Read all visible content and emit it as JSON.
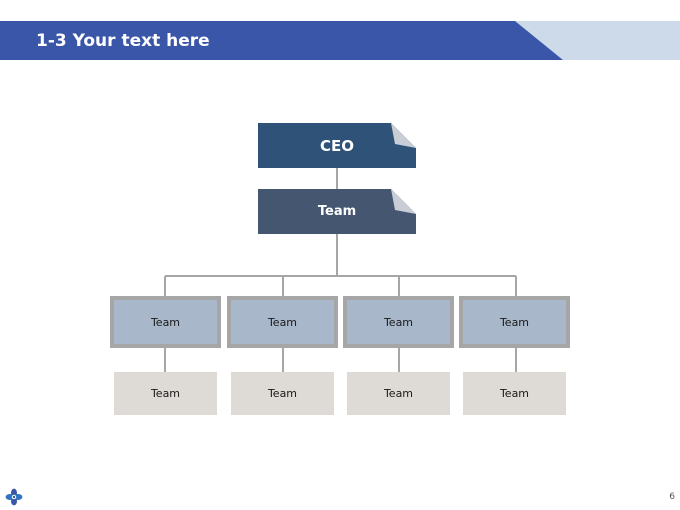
{
  "header": {
    "title": "1-3 Your text here",
    "bar_color": "#3a56a8",
    "accent_color": "#ccdaea"
  },
  "org_chart": {
    "ceo": {
      "label": "CEO",
      "color": "#2f5278"
    },
    "middle": {
      "label": "Team",
      "color": "#455670"
    },
    "teams": [
      {
        "label": "Team"
      },
      {
        "label": "Team"
      },
      {
        "label": "Team"
      },
      {
        "label": "Team"
      }
    ],
    "sub_teams": [
      {
        "label": "Team"
      },
      {
        "label": "Team"
      },
      {
        "label": "Team"
      },
      {
        "label": "Team"
      }
    ],
    "team_fill": "#a9b7cb",
    "team_border": "#a6a6a6",
    "sub_team_fill": "#dedad5",
    "connector_color": "#a6a6a6"
  },
  "footer": {
    "logo_icon": "flower-logo-icon",
    "page_number": "6"
  }
}
